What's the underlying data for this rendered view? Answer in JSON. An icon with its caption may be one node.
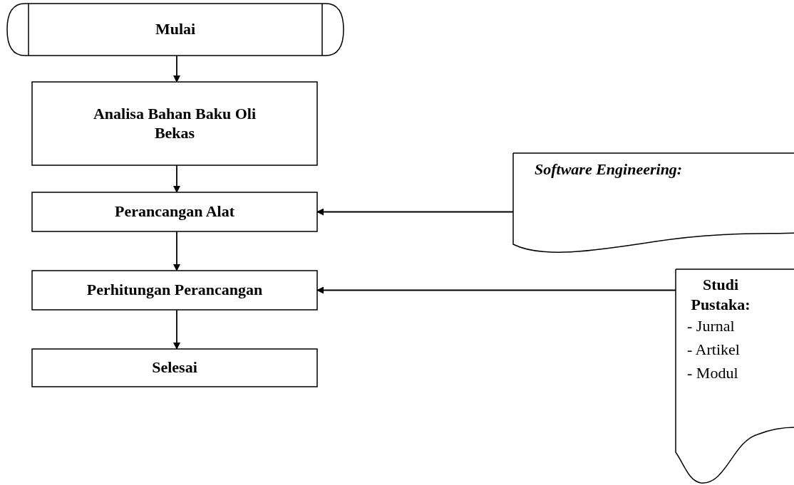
{
  "diagram": {
    "nodes": [
      {
        "text": [
          "Mulai"
        ]
      },
      {
        "text": [
          "Analisa Bahan Baku Oli Bekas"
        ]
      },
      {
        "text": [
          "Perancangan Alat"
        ]
      },
      {
        "text": [
          "Perhitungan Perancangan"
        ]
      },
      {
        "text": [
          "Selesai"
        ]
      },
      {
        "text": [
          "Software Engineering:"
        ]
      },
      {
        "text": [
          "Studi Pustaka:",
          "- Jurnal",
          "- Artikel",
          "- Modul"
        ]
      }
    ],
    "edges": [
      {
        "from": 0,
        "to": 1,
        "arrow": "to"
      },
      {
        "from": 1,
        "to": 2,
        "arrow": "to"
      },
      {
        "from": 2,
        "to": 3,
        "arrow": "to"
      },
      {
        "from": 3,
        "to": 4,
        "arrow": "to"
      },
      {
        "from": 5,
        "to": 2,
        "arrow": "to"
      },
      {
        "from": 6,
        "to": 3,
        "arrow": "to"
      }
    ]
  }
}
